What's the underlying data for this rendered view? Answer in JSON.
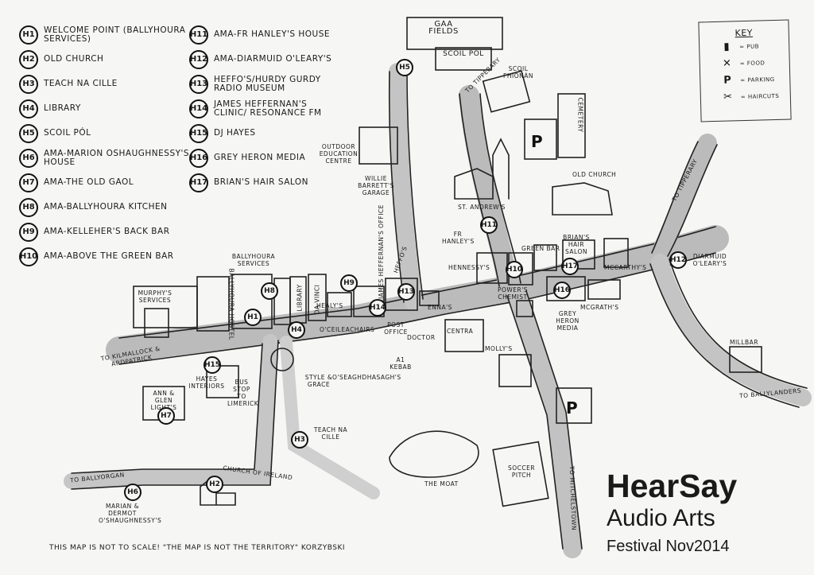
{
  "legend": [
    {
      "id": "H1",
      "label": "Welcome Point (Ballyhoura Services)"
    },
    {
      "id": "H2",
      "label": "Old Church"
    },
    {
      "id": "H3",
      "label": "Teach Na Cille"
    },
    {
      "id": "H4",
      "label": "Library"
    },
    {
      "id": "H5",
      "label": "Scoil Pól"
    },
    {
      "id": "H6",
      "label": "Ama-Marion Oshaughnessy's House"
    },
    {
      "id": "H7",
      "label": "Ama-The Old Gaol"
    },
    {
      "id": "H8",
      "label": "Ama-Ballyhoura Kitchen"
    },
    {
      "id": "H9",
      "label": "Ama-Kelleher's Back Bar"
    },
    {
      "id": "H10",
      "label": "Ama-Above the Green Bar"
    },
    {
      "id": "H11",
      "label": "Ama-Fr Hanley's House"
    },
    {
      "id": "H12",
      "label": "Ama-Diarmuid O'Leary's"
    },
    {
      "id": "H13",
      "label": "Heffo's/Hurdy Gurdy Radio Museum"
    },
    {
      "id": "H14",
      "label": "James Heffernan's Clinic/ Resonance FM"
    },
    {
      "id": "H15",
      "label": "DJ Hayes"
    },
    {
      "id": "H16",
      "label": "Grey Heron Media"
    },
    {
      "id": "H17",
      "label": "Brian's Hair Salon"
    }
  ],
  "key": {
    "title": "Key",
    "items": [
      {
        "icon": "pint-icon",
        "glyph": "▮",
        "label": "= Pub"
      },
      {
        "icon": "cutlery-icon",
        "glyph": "✕",
        "label": "= Food"
      },
      {
        "icon": "parking-icon",
        "glyph": "P",
        "label": "= Parking"
      },
      {
        "icon": "scissors-icon",
        "glyph": "✂",
        "label": "= Haircuts"
      }
    ]
  },
  "brand": {
    "title": "HearSay",
    "subtitle": "Audio Arts",
    "festival": "Festival Nov2014"
  },
  "disclaimer": "This map is not to scale! \"The map is not the territory\" Korzybski",
  "places": {
    "gaa": "GAA Fields",
    "scoil_pol": "Scoil Pól",
    "scoil_fhionan": "Scoil Fhionán",
    "cemetery": "Cemetery",
    "outdoor": "Outdoor Education Centre",
    "willie": "Willie Barrett's Garage",
    "james_office": "James Heffernan's Office",
    "heffos": "Heffo's",
    "st_andrews": "St. Andrew's",
    "fr_hanley": "Fr Hanley's",
    "old_church": "Old Church",
    "hennessy": "Hennessy's",
    "green_bar": "Green Bar",
    "brians": "Brian's Hair Salon",
    "mccarthys": "McCarthy's",
    "mcgraths": "McGrath's",
    "grey_heron": "Grey Heron Media",
    "powers": "Power's Chemist",
    "diarmuid": "Diarmuid O'Leary's",
    "murphys": "Murphy's Services",
    "hostel": "Ballyhoura Hostel",
    "ballyhoura_services": "Ballyhoura Services",
    "library": "Library",
    "davinci": "Da Vinci",
    "healys": "Healy's",
    "oceileachairs": "O'Ceileachairs",
    "post_office": "Post Office",
    "ennas": "Enna's",
    "doctor": "Doctor",
    "centra": "Centra",
    "style_grace": "Style & Grace",
    "oseaghdhas": "O'Seaghdhasagh's",
    "kebab": "A1 Kebab",
    "mollys": "Molly's",
    "millbar": "Millbar",
    "hayes": "Hayes Interiors",
    "bus_stop": "Bus Stop to Limerick",
    "ann_glen": "Ann & Glen Light's",
    "teach_cille": "Teach Na Cille",
    "church_ireland": "Church of Ireland",
    "marian": "Marian & Dermot O'Shaughnessy's",
    "the_moat": "The Moat",
    "soccer": "Soccer Pitch"
  },
  "roads": {
    "tipperary1": "To Tipperary",
    "tipperary2": "To Tipperary",
    "kilmallock": "To Kilmallock & Ardpatrick",
    "ballyorgan": "To Ballyorgan",
    "ballylanders": "To Ballylanders",
    "mitchelstown": "To Mitchelstown"
  },
  "markers": [
    "H1",
    "H2",
    "H3",
    "H4",
    "H5",
    "H6",
    "H7",
    "H8",
    "H9",
    "H10",
    "H11",
    "H12",
    "H13",
    "H14",
    "H15",
    "H16",
    "H17"
  ]
}
